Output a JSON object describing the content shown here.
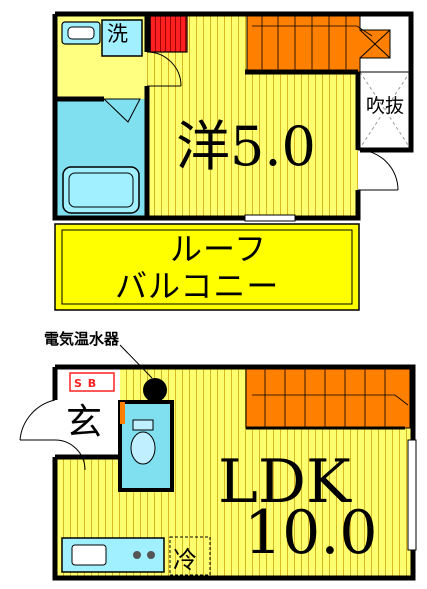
{
  "floors": {
    "upper": {
      "room": "洋5.0",
      "balcony_line1": "ルーフ",
      "balcony_line2": "バルコニー",
      "void": "吹抜",
      "washer": "洗"
    },
    "lower": {
      "room_line1": "LDK",
      "room_line2": "10.0",
      "entrance": "玄",
      "fridge": "冷",
      "water_heater": "電気温水器",
      "shoe_box": "S B"
    }
  },
  "colors": {
    "floor_yellow": "#ffff60",
    "floor_stripe": "#e0c020",
    "balcony_yellow": "#ffff00",
    "stairs_orange": "#ff8000",
    "bath_cyan": "#80e0f0",
    "wall_black": "#000000",
    "shoebox_red": "#ff3030"
  }
}
